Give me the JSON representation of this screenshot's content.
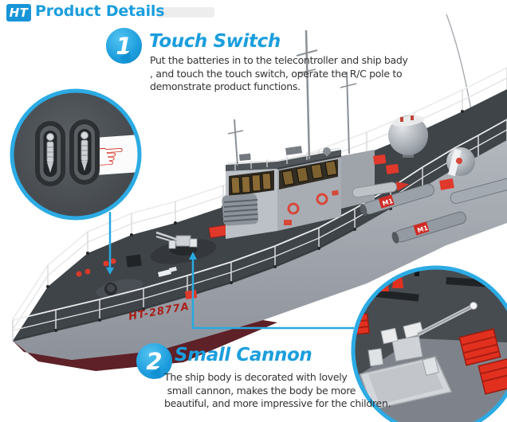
{
  "header": {
    "logo_text": "HT",
    "title": "Product Details"
  },
  "callouts": [
    {
      "number": "1",
      "title": "Touch Switch",
      "lines": [
        "Put the batteries in to the telecontroller and ship bady",
        ", and touch the touch switch, operate the R/C pole to",
        "demonstrate product functions."
      ]
    },
    {
      "number": "2",
      "title": "Small Cannon",
      "lines": [
        "The ship body is decorated with lovely",
        " small cannon, makes the body be more",
        "beautiful, and more impressive for the children."
      ]
    }
  ],
  "boat": {
    "hull_code": "HT-2877A",
    "torpedo_tag_1": "M1",
    "torpedo_tag_2": "M1"
  },
  "insets": {
    "pointing_hand_glyph": "☞"
  },
  "colors": {
    "accent_blue": "#1b9edd",
    "callout_line_blue": "#29a8e0",
    "detail_red": "#e0392b",
    "hull_gray": "#9aa0a8",
    "deck_gray": "#3f4449",
    "bottom_maroon": "#5d2127"
  }
}
